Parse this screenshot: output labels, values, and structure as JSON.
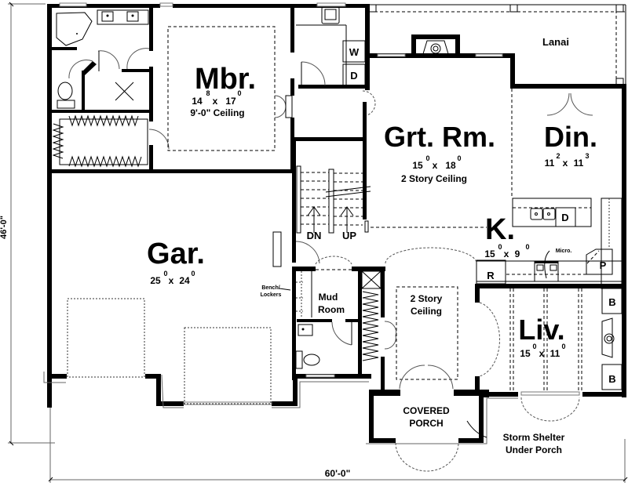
{
  "plan": {
    "overall_width": "60'-0\"",
    "overall_depth": "46'-0\""
  },
  "rooms": {
    "mbr": {
      "name": "Mbr.",
      "w": "14",
      "w_in": "8",
      "d": "17",
      "d_in": "0",
      "note": "9'-0\" Ceiling"
    },
    "grt": {
      "name": "Grt. Rm.",
      "w": "15",
      "w_in": "0",
      "d": "18",
      "d_in": "0",
      "note": "2 Story Ceiling"
    },
    "din": {
      "name": "Din.",
      "w": "11",
      "w_in": "2",
      "d": "11",
      "d_in": "3"
    },
    "kit": {
      "name": "K.",
      "w": "15",
      "w_in": "0",
      "d": "9",
      "d_in": "0"
    },
    "gar": {
      "name": "Gar.",
      "w": "25",
      "w_in": "0",
      "d": "24",
      "d_in": "0"
    },
    "liv": {
      "name": "Liv.",
      "w": "15",
      "w_in": "0",
      "d": "11",
      "d_in": "0"
    },
    "mud": {
      "line1": "Mud",
      "line2": "Room"
    },
    "foyer": {
      "line1": "2 Story",
      "line2": "Ceiling"
    },
    "lanai": {
      "name": "Lanai"
    },
    "porch": {
      "line1": "COVERED",
      "line2": "PORCH"
    }
  },
  "fixtures": {
    "washer": "W",
    "dryer": "D",
    "dishwasher": "D",
    "refrigerator": "R",
    "pantry": "P",
    "bookcase_top": "B",
    "bookcase_bottom": "B",
    "micro": "Micro.",
    "stairs_down": "DN",
    "stairs_up": "UP"
  },
  "callouts": {
    "bench_line1": "Bench/",
    "bench_line2": "Lockers",
    "storm_line1": "Storm Shelter",
    "storm_line2": "Under Porch"
  }
}
